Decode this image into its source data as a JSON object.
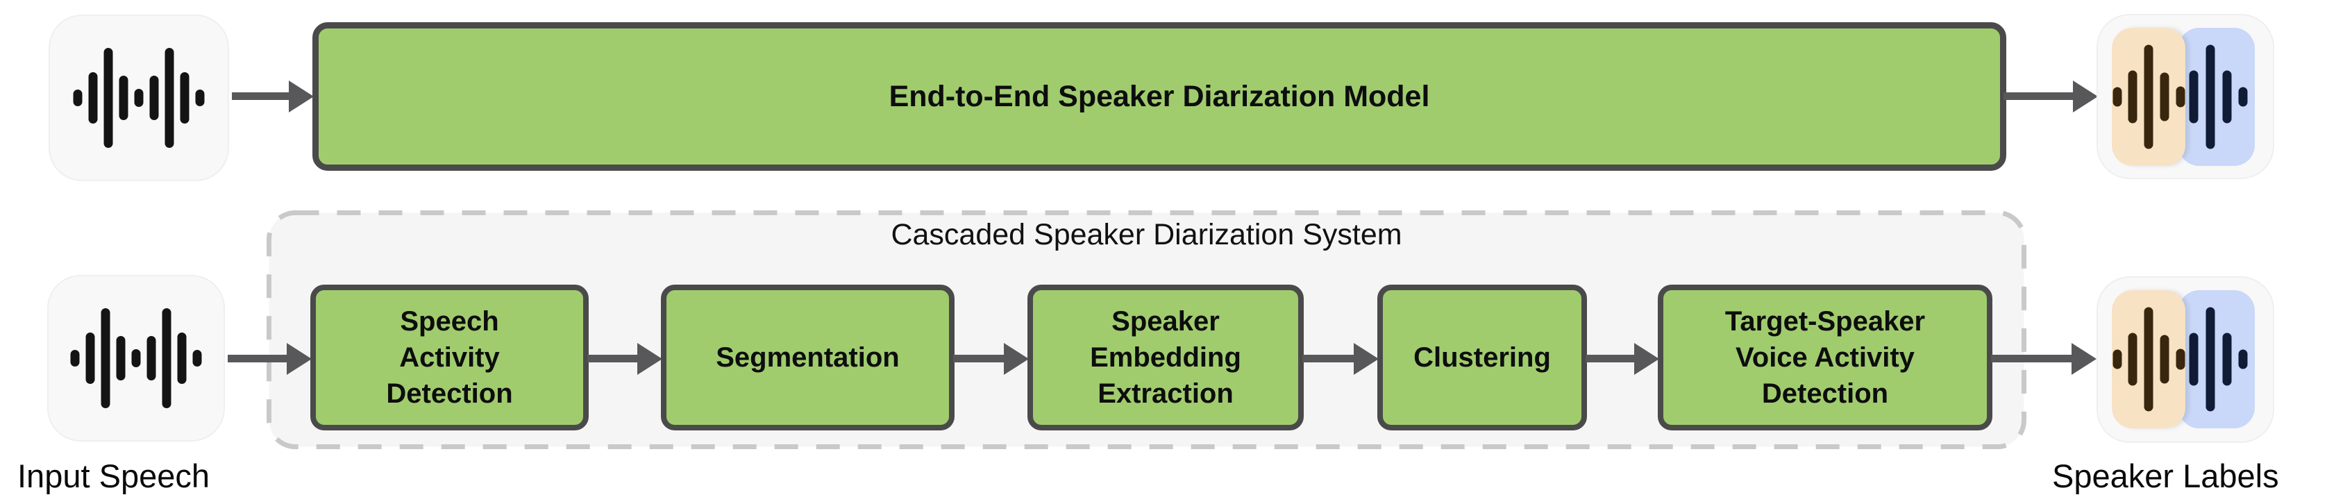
{
  "top_row": {
    "model_label": "End-to-End Speaker Diarization Model"
  },
  "cascade": {
    "title": "Cascaded Speaker Diarization System",
    "stages": [
      {
        "label": [
          "Speech",
          "Activity",
          "Detection"
        ]
      },
      {
        "label": [
          "Segmentation"
        ]
      },
      {
        "label": [
          "Speaker",
          "Embedding",
          "Extraction"
        ]
      },
      {
        "label": [
          "Clustering"
        ]
      },
      {
        "label": [
          "Target-Speaker",
          "Voice Activity",
          "Detection"
        ]
      }
    ]
  },
  "footer_labels": {
    "input": "Input Speech",
    "output": "Speaker Labels"
  },
  "icons": {
    "input": "audio-waveform-icon",
    "output": "two-speaker-waveform-icon"
  },
  "colors": {
    "stage_fill": "#a0cc6e",
    "stage_border": "#4a4a4a",
    "arrow": "#58585a",
    "cascade_fill": "#f5f5f6",
    "cascade_border": "#c9c9c9",
    "icon_background": "#f8f8f9",
    "speaker1_fill": "#f8e2c4",
    "speaker1_wave": "#38260e",
    "speaker2_fill": "#c9d7f8",
    "speaker2_wave": "#101c36",
    "input_wave": "#141414"
  }
}
